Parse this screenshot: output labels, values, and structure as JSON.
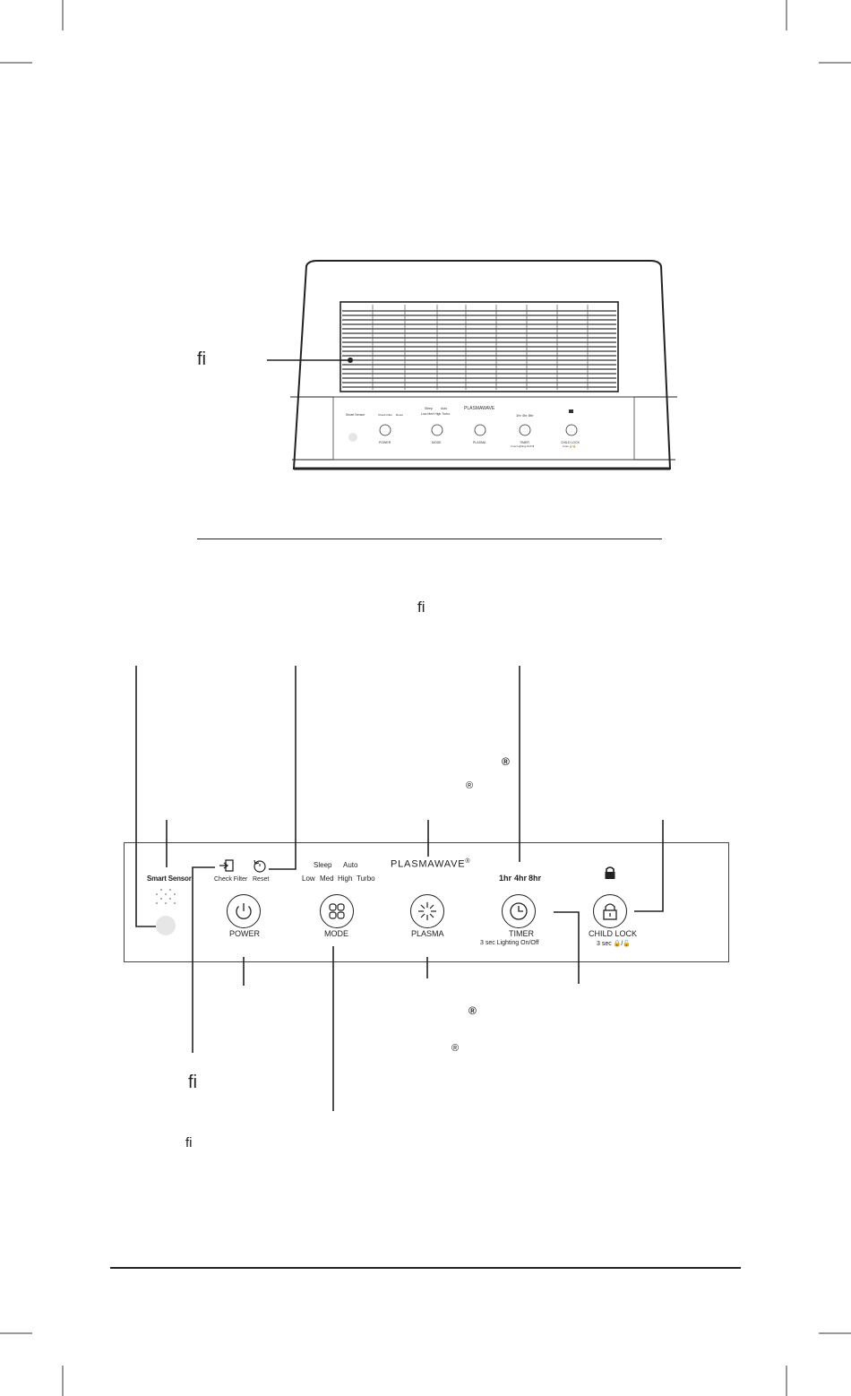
{
  "ligature_glyph": "ﬁ",
  "registered_mark": "®",
  "brand_logo_text": "PLASMAWAVE",
  "brand_logo_mark": "®",
  "panel": {
    "smart_sensor": "Smart Sensor",
    "check_filter": "Check Filter",
    "reset": "Reset",
    "mode_top": {
      "sleep": "Sleep",
      "auto": "Auto"
    },
    "mode_bottom": {
      "low": "Low",
      "med": "Med",
      "high": "High",
      "turbo": "Turbo"
    },
    "timer_options": {
      "t1": "1hr",
      "t4": "4hr",
      "t8": "8hr"
    },
    "buttons": {
      "power": "POWER",
      "mode": "MODE",
      "plasma": "PLASMA",
      "timer": "TIMER",
      "child_lock": "CHILD LOCK"
    },
    "timer_sub": "3 sec Lighting On/Off",
    "child_lock_sub": "3 sec 🔒/🔓"
  },
  "mini_panel": {
    "smart_sensor": "Smart Sensor",
    "check_filter": "Check Filter",
    "reset": "Reset",
    "sleep": "Sleep",
    "auto": "Auto",
    "speeds": "Low  Med  High  Turbo",
    "timer_options": "1hr  4hr  8hr",
    "power": "POWER",
    "mode": "MODE",
    "plasma": "PLASMA",
    "timer": "TIMER",
    "timer_sub": "3 sec Lighting On/Off",
    "child_lock": "CHILD LOCK",
    "child_lock_sub": "3 sec 🔒/🔓"
  },
  "colors": {
    "ink": "#222222",
    "line": "#333333",
    "sensor": "#e6e6e6"
  }
}
